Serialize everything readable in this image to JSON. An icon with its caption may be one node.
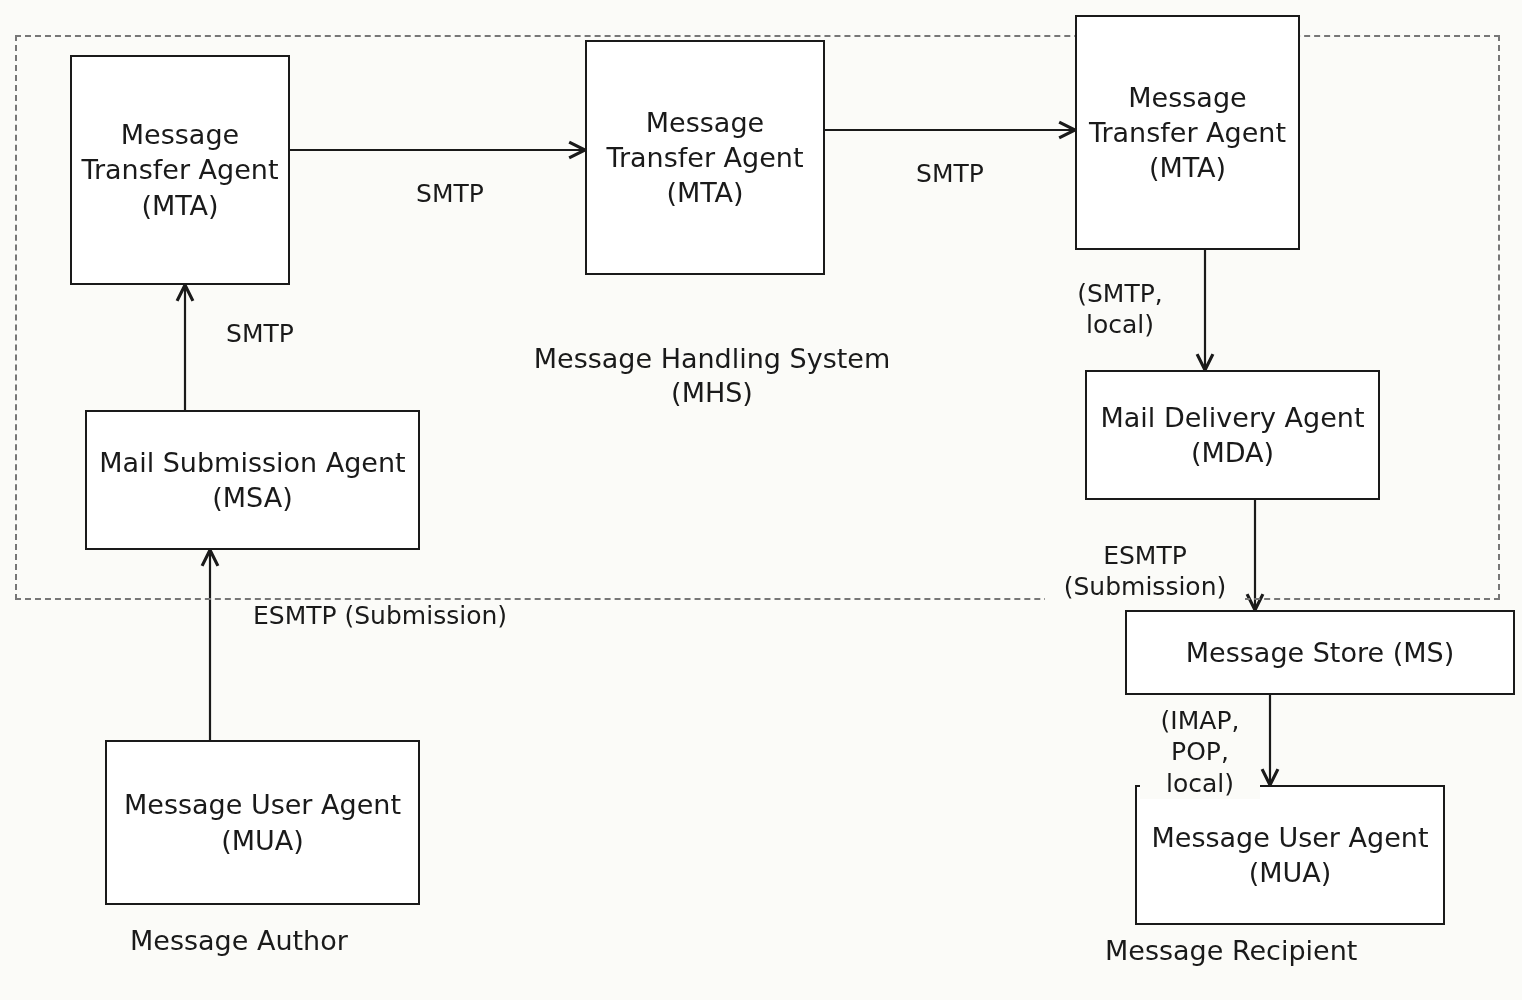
{
  "diagram": {
    "nodes": [
      {
        "text": [
          "Message Handling System (MHS)"
        ]
      },
      {
        "text": [
          "Message Transfer Agent (MTA)"
        ],
        "in": 0
      },
      {
        "text": [
          "Message Transfer Agent (MTA)"
        ],
        "in": 0
      },
      {
        "text": [
          "Message Transfer Agent (MTA)"
        ],
        "in": 0
      },
      {
        "text": [
          "Mail Submission Agent (MSA)"
        ],
        "in": 0
      },
      {
        "text": [
          "Mail Delivery Agent (MDA)"
        ],
        "in": 0
      },
      {
        "text": [
          "Message User Agent (MUA)"
        ],
        "beside": [
          "Message Author"
        ]
      },
      {
        "text": [
          "Message Store (MS)"
        ]
      },
      {
        "text": [
          "Message User Agent (MUA)"
        ],
        "beside": [
          "Message Recipient"
        ]
      }
    ],
    "edges": [
      {
        "from": 6,
        "to": 4,
        "arrow": "to",
        "label": "ESMTP (Submission)"
      },
      {
        "from": 4,
        "to": 1,
        "arrow": "to",
        "label": "SMTP"
      },
      {
        "from": 1,
        "to": 2,
        "arrow": "to",
        "label": "SMTP"
      },
      {
        "from": 2,
        "to": 3,
        "arrow": "to",
        "label": "SMTP"
      },
      {
        "from": 3,
        "to": 5,
        "arrow": "to",
        "label": "(SMTP, local)"
      },
      {
        "from": 5,
        "to": 7,
        "arrow": "to",
        "label": "ESMTP (Submission)"
      },
      {
        "from": 7,
        "to": 8,
        "arrow": "to",
        "label": "(IMAP, POP, local)"
      }
    ]
  }
}
